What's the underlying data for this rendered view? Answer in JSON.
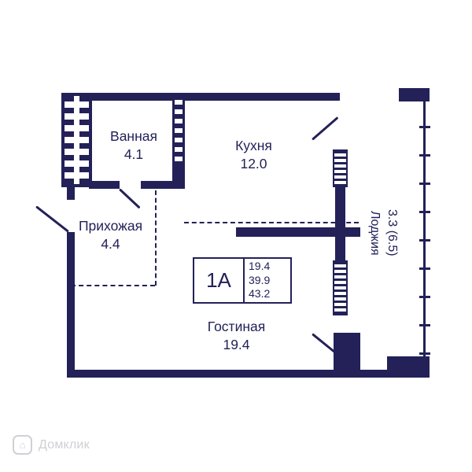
{
  "plan": {
    "unit": {
      "label": "1А",
      "area_living": "19.4",
      "area_total": "39.9",
      "area_full": "43.2"
    },
    "rooms": {
      "bathroom": {
        "name": "Ванная",
        "area": "4.1"
      },
      "kitchen": {
        "name": "Кухня",
        "area": "12.0"
      },
      "hallway": {
        "name": "Прихожая",
        "area": "4.4"
      },
      "living": {
        "name": "Гостиная",
        "area": "19.4"
      },
      "loggia": {
        "name": "Лоджия",
        "area": "3.3 (6.5)"
      }
    }
  },
  "icons": {
    "house": "⌂"
  },
  "watermark": {
    "text": "Домклик"
  },
  "colors": {
    "wall": "#232158",
    "watermark": "#cfd0d6",
    "background": "#ffffff"
  }
}
